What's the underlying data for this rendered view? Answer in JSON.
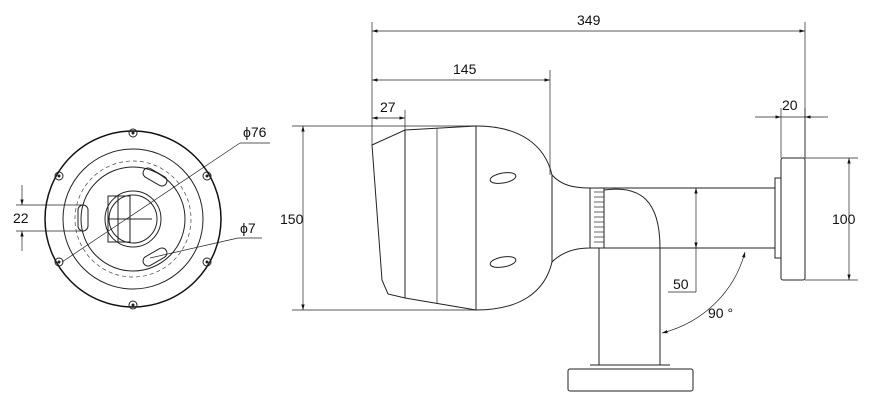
{
  "drawing": {
    "dimensions": {
      "total_length": "349",
      "body_length": "145",
      "front_offset": "27",
      "base_thickness": "20",
      "height": "150",
      "base_height": "100",
      "arm_offset": "50",
      "slot_width": "22",
      "bolt_circle": "ϕ76",
      "hole_diameter": "ϕ7",
      "rotation_angle": "90 °"
    }
  }
}
